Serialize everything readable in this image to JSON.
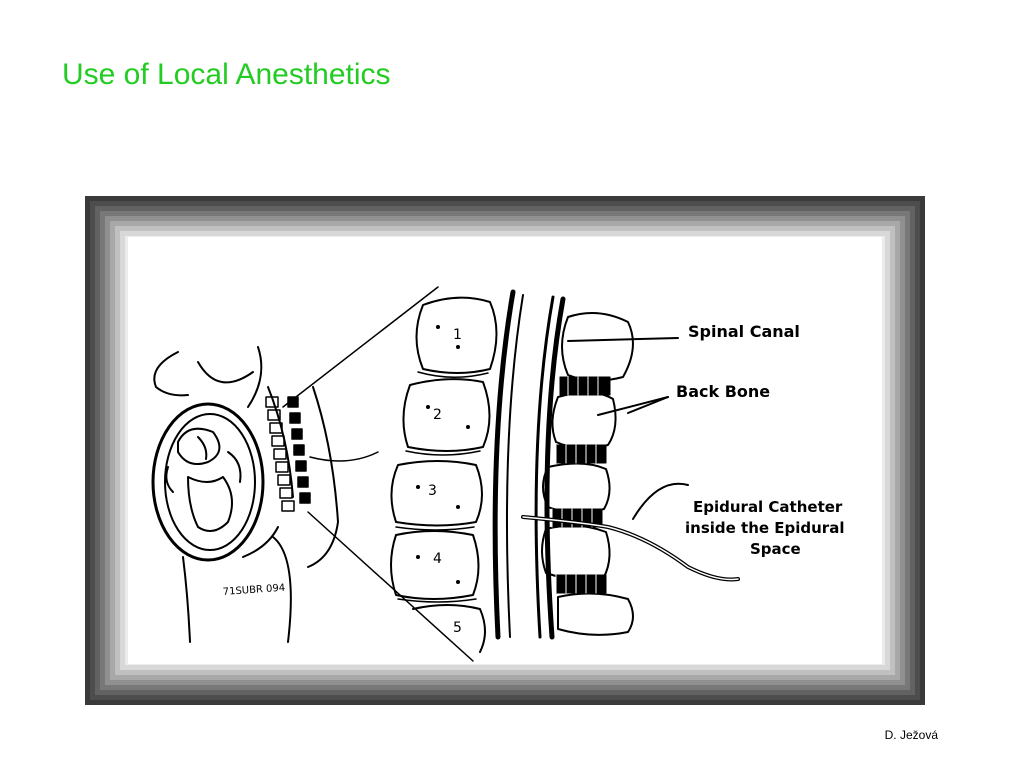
{
  "slide": {
    "title": "Use of Local Anesthetics",
    "author": "D. Ježová"
  },
  "diagram": {
    "labels": {
      "spinal_canal": "Spinal Canal",
      "back_bone": "Back Bone",
      "catheter_line1": "Epidural Catheter",
      "catheter_line2": "inside the Epidural",
      "catheter_line3": "Space"
    },
    "vertebra_numbers": [
      "1",
      "2",
      "3",
      "4",
      "5"
    ],
    "signature": "71SUBR 094"
  }
}
